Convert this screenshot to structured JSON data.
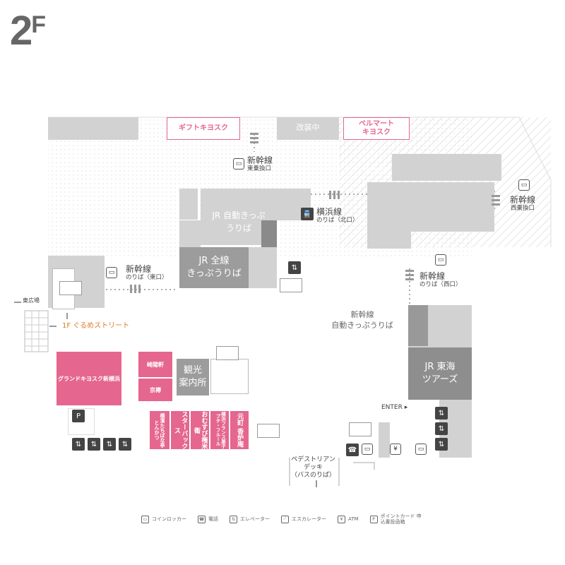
{
  "floor": {
    "number": "2",
    "suffix": "F"
  },
  "shops": {
    "gift_kiosk": "ギフトキヨスク",
    "kaiso1": "改装中",
    "bellmart_1": "ベルマート",
    "bellmart_2": "キヨスク",
    "kaiso2": "改装中",
    "grand_kiosk": "グランドキヨスク新横浜",
    "sakiyoken": "崎陽軒",
    "kyotaru": "京樽",
    "tonkatsu": "横濱たちばな亭とんかつ",
    "starbucks": "スターバックス",
    "omusubi": "おむすび権米衛",
    "french": "横浜フランス菓子 プチ・フルール",
    "motomachi": "元町 香炉庵"
  },
  "areas": {
    "jr_auto_1": "JR 自動きっぷ",
    "jr_auto_2": "うりば",
    "jr_all_1": "JR 全線",
    "jr_all_2": "きっぷうりば",
    "kanko_1": "観光",
    "kanko_2": "案内所",
    "jr_tokai_1": "JR 東海",
    "jr_tokai_2": "ツアーズ",
    "shinkansen_auto_1": "新幹線",
    "shinkansen_auto_2": "自動きっぷうりば"
  },
  "labels": {
    "shinkansen": "新幹線",
    "east_transfer": "東乗換口",
    "west_transfer": "西乗換口",
    "east_gate": "のりば（東口）",
    "west_gate": "のりば（西口）",
    "yokohama_line": "横浜線",
    "north_gate": "のりば（北口）",
    "east_plaza": "東広場",
    "gourmet_street": "1F ぐるめストリート",
    "enter": "ENTER",
    "pedestrian_1": "ペデストリアン",
    "pedestrian_2": "デッキ",
    "pedestrian_3": "（バスのりば）"
  },
  "legend": [
    {
      "icon": "coin-locker-icon",
      "label": "コインロッカー"
    },
    {
      "icon": "phone-icon",
      "label": "電話"
    },
    {
      "icon": "elevator-icon",
      "label": "エレベーター"
    },
    {
      "icon": "escalator-icon",
      "label": "エスカレーター"
    },
    {
      "icon": "atm-icon",
      "label": "ATM"
    },
    {
      "icon": "point-card-icon",
      "label": "ポイントカード 申込書投函箱"
    }
  ],
  "colors": {
    "shop": "#e5668f",
    "pin": "#e3001b"
  }
}
